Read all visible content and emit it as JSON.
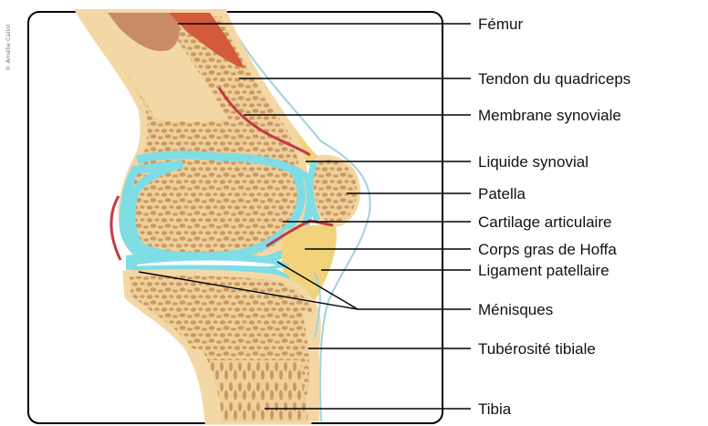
{
  "credit": "© Amélie Cailot",
  "labels": {
    "femur": "Fémur",
    "quadriceps_tendon": "Tendon du quadriceps",
    "synovial_membrane": "Membrane synoviale",
    "synovial_fluid": "Liquide synovial",
    "patella": "Patella",
    "articular_cartilage": "Cartilage articulaire",
    "hoffa_fat_pad": "Corps gras de Hoffa",
    "patellar_ligament": "Ligament patellaire",
    "menisci": "Ménisques",
    "tibial_tuberosity": "Tubérosité tibiale",
    "tibia": "Tibia"
  },
  "colors": {
    "bone": "#f3d8a6",
    "spongy_bone": "#c79a67",
    "marrow": "#c98b66",
    "muscle": "#d35a3a",
    "tendon_fat": "#f2d27a",
    "cartilage_fluid": "#7fdde6",
    "synovial_membrane": "#c33a48",
    "outline": "#000000"
  }
}
